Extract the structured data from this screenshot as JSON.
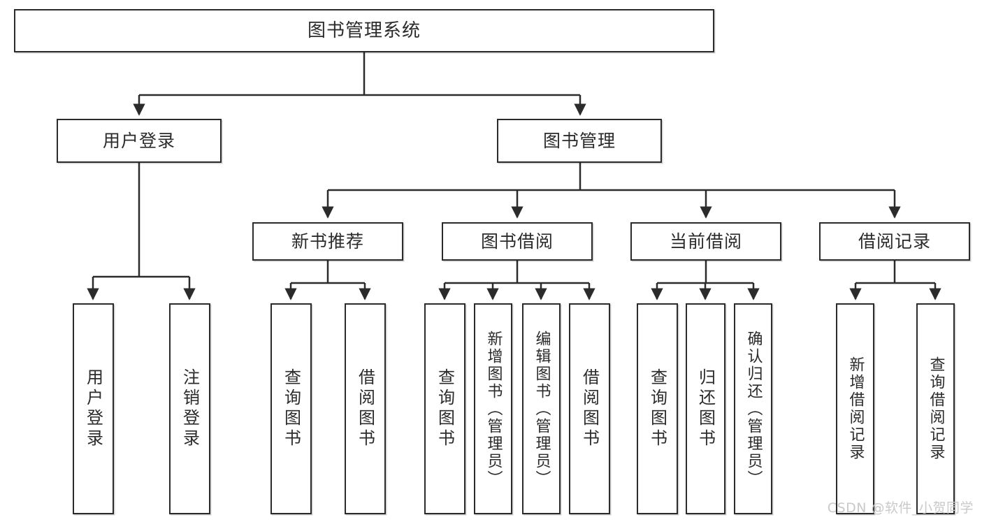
{
  "diagram": {
    "title": "图书管理系统",
    "type": "tree",
    "colors": {
      "stroke": "#2b2b2b",
      "fill": "#ffffff",
      "text": "#2b2b2b",
      "watermark": "#c9c9c9"
    },
    "root": {
      "label": "图书管理系统"
    },
    "level2": [
      {
        "label": "用户登录"
      },
      {
        "label": "图书管理"
      }
    ],
    "level3": [
      {
        "label": "新书推荐"
      },
      {
        "label": "图书借阅"
      },
      {
        "label": "当前借阅"
      },
      {
        "label": "借阅记录"
      }
    ],
    "leaves": {
      "user_login": [
        {
          "label": "用户登录"
        },
        {
          "label": "注销登录"
        }
      ],
      "new_book_recommend": [
        {
          "label": "查询图书"
        },
        {
          "label": "借阅图书"
        }
      ],
      "book_borrow": [
        {
          "label": "查询图书"
        },
        {
          "label": "新增图书（管理员）"
        },
        {
          "label": "编辑图书（管理员）"
        },
        {
          "label": "借阅图书"
        }
      ],
      "current_borrow": [
        {
          "label": "查询图书"
        },
        {
          "label": "归还图书"
        },
        {
          "label": "确认归还（管理员）"
        }
      ],
      "borrow_record": [
        {
          "label": "新增借阅记录"
        },
        {
          "label": "查询借阅记录"
        }
      ]
    },
    "watermark": "CSDN @软件_小贺同学"
  }
}
